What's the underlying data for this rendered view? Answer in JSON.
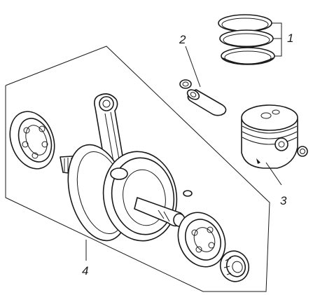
{
  "diagram": {
    "callouts": [
      {
        "id": "piston-rings",
        "label": "1"
      },
      {
        "id": "piston-pin",
        "label": "2"
      },
      {
        "id": "piston",
        "label": "3"
      },
      {
        "id": "crankshaft-assembly",
        "label": "4"
      }
    ],
    "colors": {
      "line": "#1a1a1a",
      "background": "#ffffff"
    }
  }
}
